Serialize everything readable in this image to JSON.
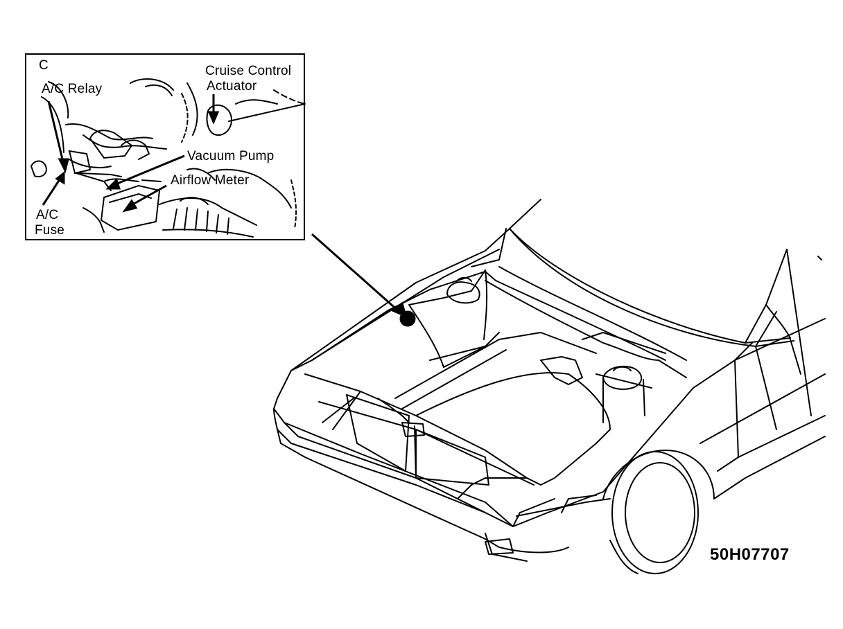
{
  "inset": {
    "view_letter": "C",
    "labels": {
      "ac_relay": "A/C Relay",
      "cruise_control_actuator_line1": "Cruise Control",
      "cruise_control_actuator_line2": "Actuator",
      "vacuum_pump": "Vacuum Pump",
      "airflow_meter": "Airflow Meter",
      "ac_fuse_line1": "A/C",
      "ac_fuse_line2": "Fuse"
    }
  },
  "figure_code": "50H07707"
}
